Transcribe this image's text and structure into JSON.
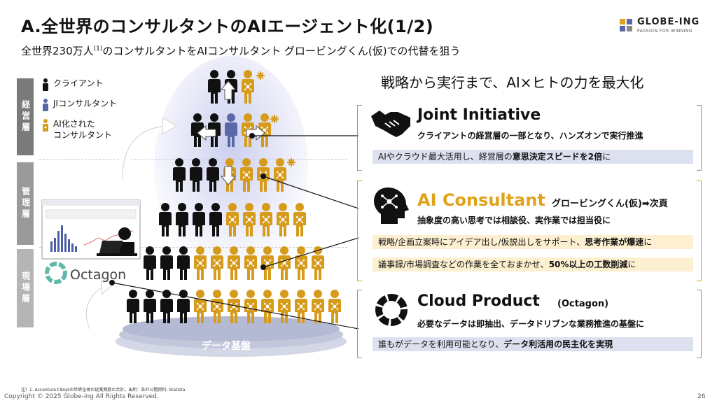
{
  "header": {
    "title": "A.全世界のコンサルタントのAIエージェント化(1/2)",
    "subtitle_pre": "全世界230万人",
    "subtitle_sup": "(1)",
    "subtitle_post": "のコンサルタントをAIコンサルタント グロービングくん(仮)での代替を狙う"
  },
  "logo": {
    "name": "GLOBE-ING",
    "tagline": "PASSION FOR WINNING"
  },
  "layers": [
    {
      "label": "経営層"
    },
    {
      "label": "管理層"
    },
    {
      "label": "現場層"
    }
  ],
  "legend": {
    "client": "クライアント",
    "ji_consultant": "JIコンサルタント",
    "ai_consultant_line1": "AI化された",
    "ai_consultant_line2": "コンサルタント"
  },
  "diagram": {
    "octagon_label": "Octagon",
    "data_base_label": "データ基盤"
  },
  "right": {
    "heading": "戦略から実行まで、AI×ヒトの力を最大化",
    "joint": {
      "title": "Joint Initiative",
      "desc": "クライアントの経営層の一部となり、ハンズオンで実行推進",
      "bar_pre": "AIやクラウド最大活用し、経営層の",
      "bar_bold": "意思決定スピードを2倍",
      "bar_post": "に"
    },
    "ai": {
      "title": "AI Consultant",
      "title_suffix": "グロービングくん(仮)➡次頁",
      "desc": "抽象度の高い思考では相談役、実作業では担当役に",
      "bar1_pre": "戦略/企画立案時にアイデア出し/仮説出しをサポート、",
      "bar1_bold": "思考作業が爆速",
      "bar1_post": "に",
      "bar2_pre": "議事録/市場調査などの作業を全ておまかせ、",
      "bar2_bold": "50%以上の工数削減",
      "bar2_post": "に"
    },
    "cloud": {
      "title": "Cloud Product",
      "title_suffix": "(Octagon)",
      "desc": "必要なデータは即抽出、データドリブンな業務推進の基盤に",
      "bar_pre": "誰もがデータを利用可能となり、",
      "bar_bold": "データ利活用の民主化を実現"
    }
  },
  "footer": {
    "footnote": "注）1. AccentureとBig4の世界全体の従業員数の合計。出所：各社公開資料; Statista",
    "copyright": "Copyright © 2025 Globe-ing All Rights Reserved.",
    "page": "26"
  },
  "colors": {
    "client": "#111111",
    "ji": "#5a68a8",
    "ai": "#d79b1c",
    "ai_text": "#e0a21a",
    "blue_bar": "#dde1ef",
    "gold_bar": "#fdf0d0"
  }
}
